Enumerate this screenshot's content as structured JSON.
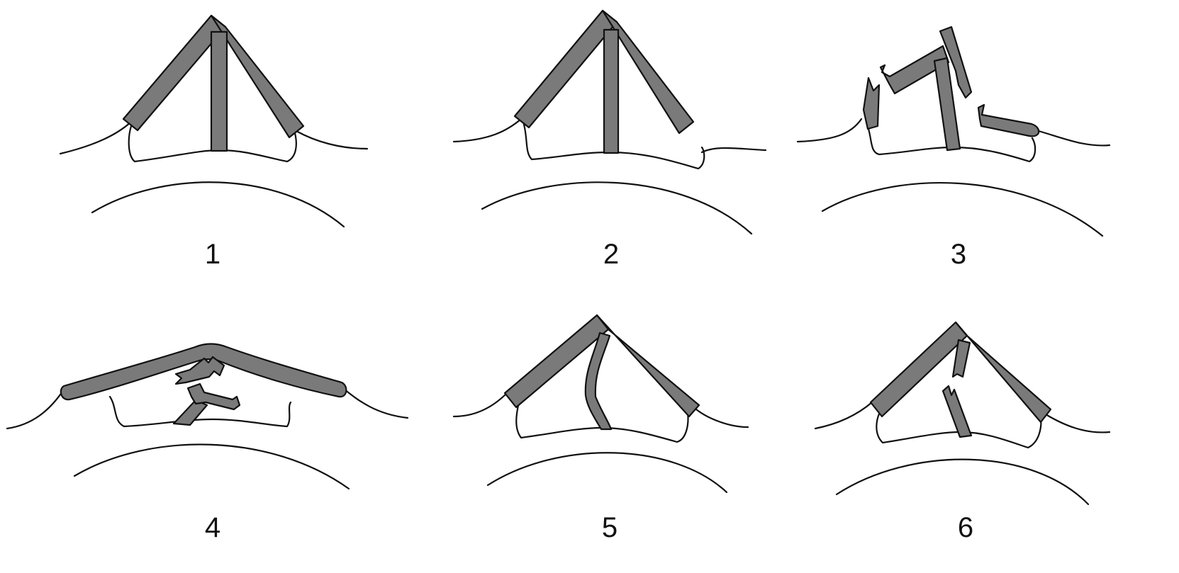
{
  "colors": {
    "strut_fill": "#7a7a7a",
    "outline": "#111111",
    "background": "#ffffff"
  },
  "panels": [
    {
      "label": "1"
    },
    {
      "label": "2"
    },
    {
      "label": "3"
    },
    {
      "label": "4"
    },
    {
      "label": "5"
    },
    {
      "label": "6"
    }
  ]
}
